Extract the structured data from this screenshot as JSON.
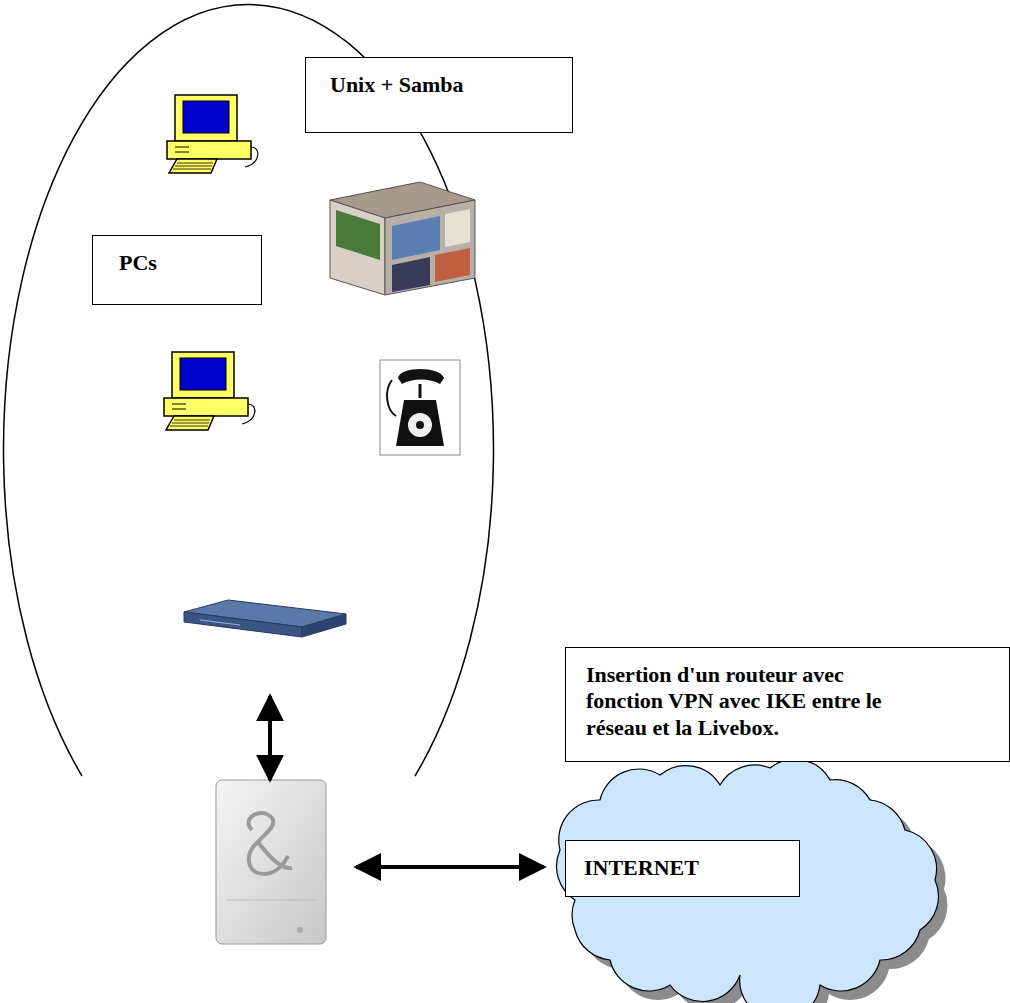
{
  "diagram": {
    "nodes": [
      {
        "text": [
          "Unix + Samba"
        ]
      },
      {
        "text": [
          "PCs"
        ]
      },
      {
        "text": [
          "Insertion d'un routeur avec fonction VPN avec IKE entre le réseau et la Livebox."
        ]
      },
      {
        "text": [
          "INTERNET"
        ]
      }
    ]
  }
}
